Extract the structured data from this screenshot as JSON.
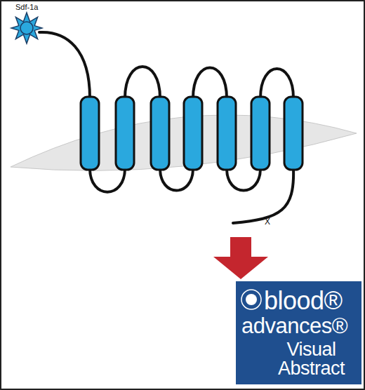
{
  "diagram": {
    "nodes": [
      {
        "text": [
          "blood®",
          "advances®",
          "Visual Abstract"
        ]
      }
    ],
    "labels": [
      "Sdf-1a",
      "X"
    ]
  }
}
